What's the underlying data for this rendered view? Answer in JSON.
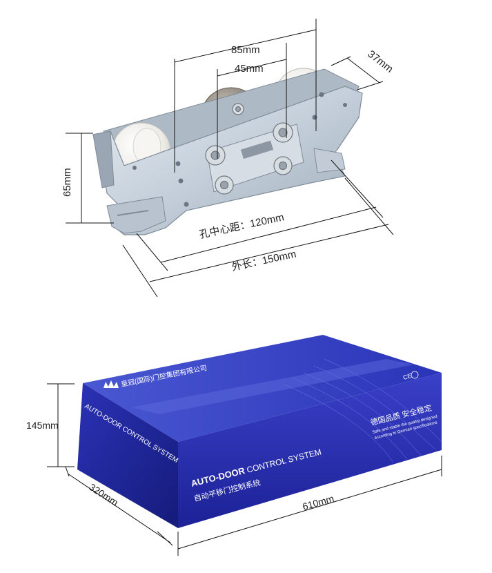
{
  "roller_dims": {
    "width_85": "85mm",
    "width_45": "45mm",
    "depth_37": "37mm",
    "height_65": "65mm",
    "hole_distance": "孔中心距：120mm",
    "overall_length": "外长：150mm"
  },
  "box_dims": {
    "height": "145mm",
    "depth": "320mm",
    "length": "610mm"
  },
  "box_print": {
    "top_brand": "皇冠(国际)门控集团有限公司",
    "side_title": "AUTO-DOOR CONTROL SYSTEM",
    "front_title_bold": "AUTO-DOOR",
    "front_title_rest": " CONTROL SYSTEM",
    "front_cn": "自动平移门控制系统",
    "right_cn": "德国品质 安全稳定",
    "right_en_1": "Safe and stable the quality designed",
    "right_en_2": "according to German specifications",
    "ce_mark": "CE"
  },
  "colors": {
    "box_blue": "#2a2fb0",
    "box_dark": "#141a6e",
    "metal": "#c9d4e0",
    "wheel": "#f1f1ee"
  }
}
